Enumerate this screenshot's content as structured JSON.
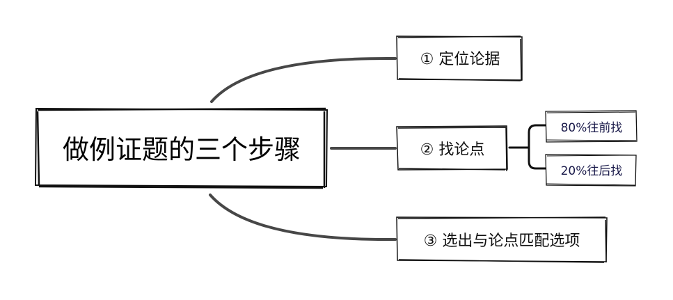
{
  "colors": {
    "background": "#ffffff",
    "box_border": "#111111",
    "branch_line": "#474747",
    "root_text": "#000000",
    "main_node_text": "#111111",
    "sub_node_text": "#1a1a4a"
  },
  "mindmap": {
    "root": {
      "label": "做例证题的三个步骤"
    },
    "branches": [
      {
        "label": "① 定位论据",
        "children": []
      },
      {
        "label": "② 找论点",
        "children": [
          {
            "label": "80%往前找"
          },
          {
            "label": "20%往后找"
          }
        ]
      },
      {
        "label": "③ 选出与论点匹配选项",
        "children": []
      }
    ]
  }
}
